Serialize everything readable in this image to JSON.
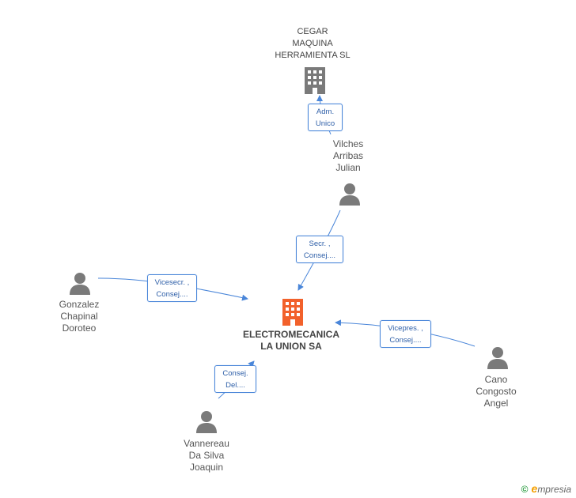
{
  "nodes": {
    "center": {
      "label": "ELECTROMECANICA\nLA UNION SA",
      "color": "#f2612b"
    },
    "cegar": {
      "label": "CEGAR\nMAQUINA\nHERRAMIENTA SL",
      "color": "#7a7a7a"
    },
    "vilches": {
      "label": "Vilches\nArribas\nJulian"
    },
    "gonzalez": {
      "label": "Gonzalez\nChapinal\nDoroteo"
    },
    "cano": {
      "label": "Cano\nCongosto\nAngel"
    },
    "vannereau": {
      "label": "Vannereau\nDa Silva\nJoaquin"
    }
  },
  "roles": {
    "adm": "Adm.\nUnico",
    "secr": "Secr. ,\nConsej....",
    "vicesecr": "Vicesecr. ,\nConsej....",
    "vicepres": "Vicepres. ,\nConsej....",
    "consej": "Consej.\nDel...."
  },
  "colors": {
    "edge": "#4a86d9",
    "person": "#7a7a7a"
  },
  "brand": {
    "copyright": "©",
    "initial": "e",
    "name": "mpresia"
  }
}
